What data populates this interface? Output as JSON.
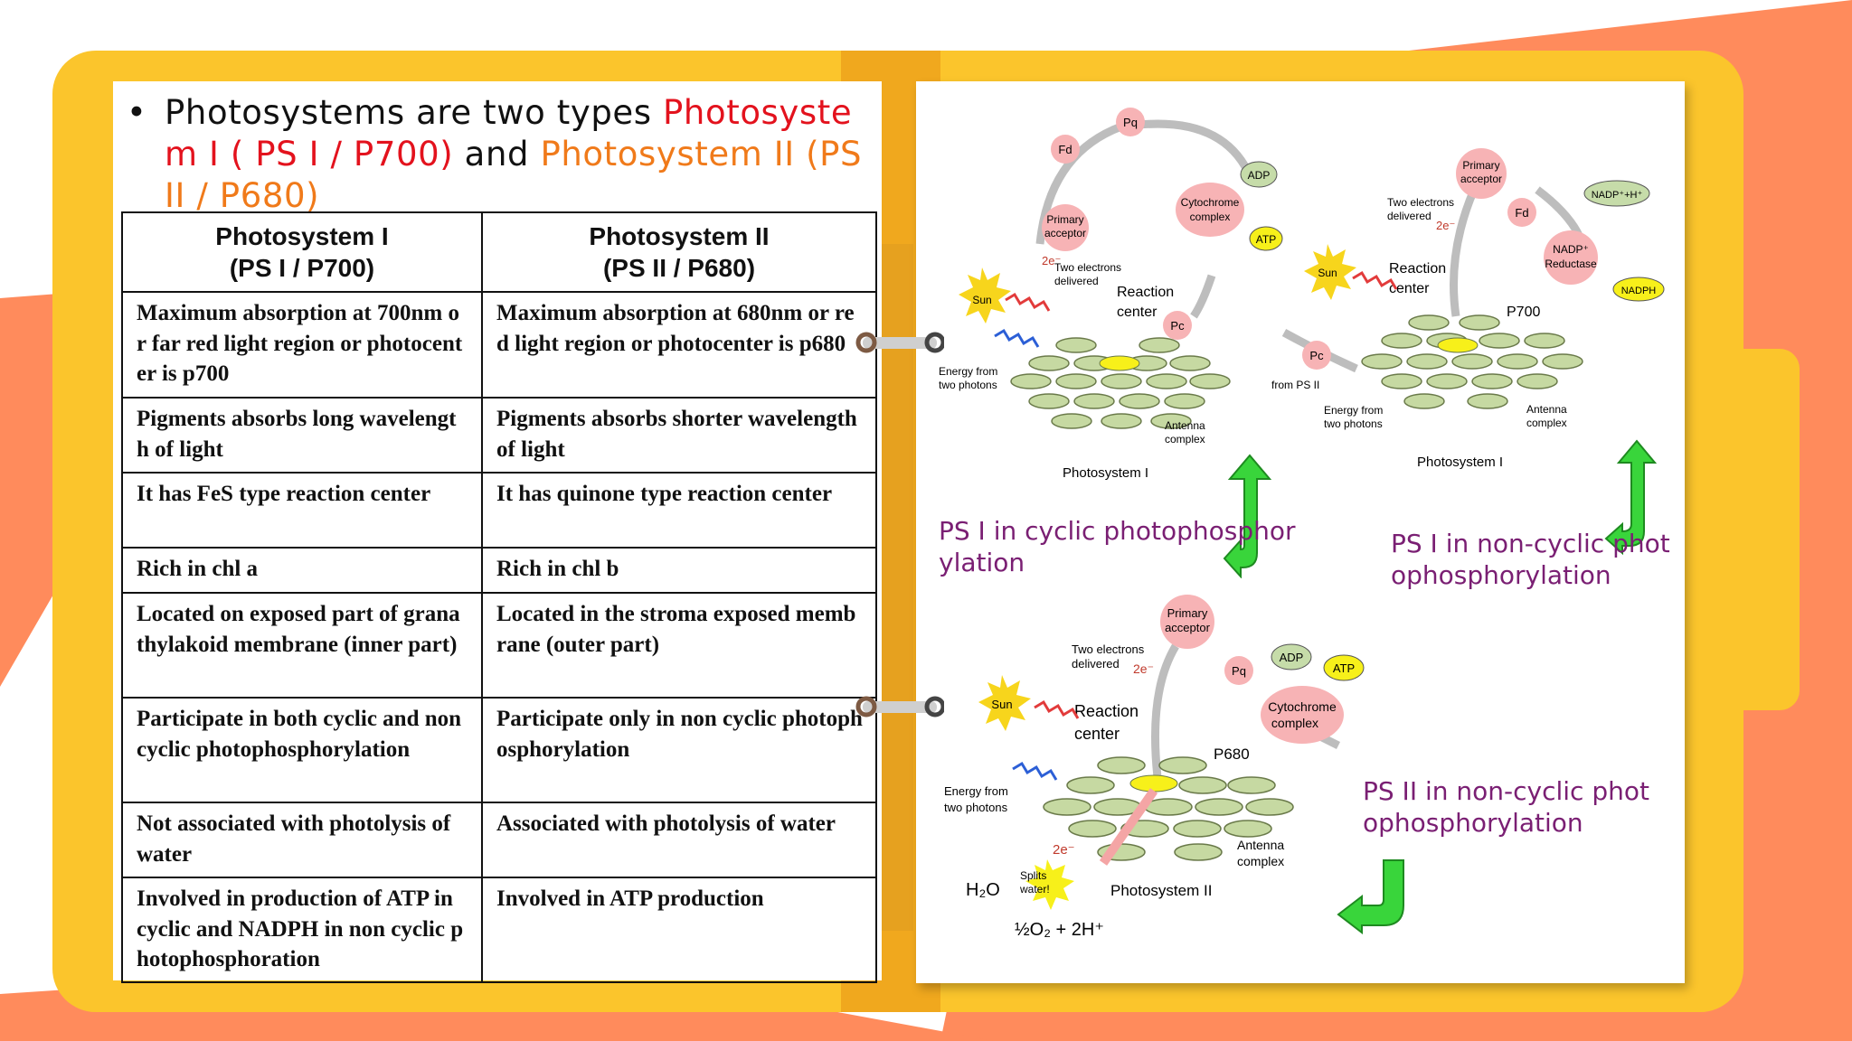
{
  "slide": {
    "colors": {
      "orange": "#ff8b5c",
      "yellow": "#fbc52c",
      "red": "#e3121d",
      "amber": "#f07a1a",
      "purple": "#7a1f73"
    },
    "title": {
      "bullet": "•",
      "t1": "Photosystems are two types ",
      "t2": "Photosystem I ( PS I / P700)",
      "t3": " and ",
      "t4": "Photosystem II (PS II / P680)"
    },
    "table": {
      "headers": [
        {
          "l1": "Photosystem I",
          "l2": "(PS I / P700)"
        },
        {
          "l1": "Photosystem II",
          "l2": "(PS II / P680)"
        }
      ],
      "rows": [
        [
          "Maximum absorption at 700nm or far red light region or photocenter is p700",
          "Maximum absorption at 680nm or red light region or photocenter is p680"
        ],
        [
          "Pigments absorbs long wavelength of light",
          "Pigments absorbs shorter wavelength of light"
        ],
        [
          "It has FeS type reaction center",
          "It has quinone type reaction center"
        ],
        [
          "Rich in chl a",
          "Rich in chl b"
        ],
        [
          "Located on exposed part of grana thylakoid membrane (inner part)",
          "Located in the stroma exposed membrane (outer part)"
        ],
        [
          "Participate in both cyclic and non cyclic photophosphorylation",
          "Participate only in non cyclic photophosphorylation"
        ],
        [
          "Not associated with photolysis of water",
          "Associated with photolysis of water"
        ],
        [
          "Involved in production of ATP in cyclic and NADPH in non cyclic photophosphoration",
          "Involved in ATP production"
        ]
      ]
    },
    "diagrams": {
      "cyclic": {
        "caption": "PS I in cyclic photophosphorylation",
        "labels": {
          "fd": "Fd",
          "pq": "Pq",
          "adp": "ADP",
          "atp": "ATP",
          "cyt1": "Cytochrome",
          "cyt2": "complex",
          "prim1": "Primary",
          "prim2": "acceptor",
          "e2": "2e⁻",
          "two1": "Two electrons",
          "two2": "delivered",
          "rc1": "Reaction",
          "rc2": "center",
          "pc": "Pc",
          "sun": "Sun",
          "en1": "Energy from",
          "en2": "two photons",
          "ant1": "Antenna",
          "ant2": "complex",
          "ps": "Photosystem I"
        }
      },
      "noncyclic_ps1": {
        "caption": "PS I in non-cyclic photophosphorylation",
        "labels": {
          "prim1": "Primary",
          "prim2": "acceptor",
          "nadpH": "NADP⁺+H⁺",
          "two1": "Two electrons",
          "two2": "delivered",
          "e2": "2e⁻",
          "fd": "Fd",
          "nadp1": "NADP⁺",
          "nadp2": "Reductase",
          "nadph": "NADPH",
          "sun": "Sun",
          "rc1": "Reaction",
          "rc2": "center",
          "p700": "P700",
          "pc": "Pc",
          "from": "from PS II",
          "en1": "Energy from",
          "en2": "two photons",
          "ant1": "Antenna",
          "ant2": "complex",
          "ps": "Photosystem I"
        }
      },
      "noncyclic_ps2": {
        "caption": "PS II in non-cyclic photophosphorylation",
        "labels": {
          "prim1": "Primary",
          "prim2": "acceptor",
          "two1": "Two electrons",
          "two2": "delivered",
          "e2": "2e⁻",
          "adp": "ADP",
          "atp": "ATP",
          "pq": "Pq",
          "cyt1": "Cytochrome",
          "cyt2": "complex",
          "sun": "Sun",
          "rc1": "Reaction",
          "rc2": "center",
          "p680": "P680",
          "en1": "Energy from",
          "en2": "two photons",
          "e2b": "2e⁻",
          "splits1": "Splits",
          "splits2": "water!",
          "h2o": "H₂O",
          "o2": "½O₂ + 2H⁺",
          "ant1": "Antenna",
          "ant2": "complex",
          "ps": "Photosystem II"
        }
      }
    }
  }
}
